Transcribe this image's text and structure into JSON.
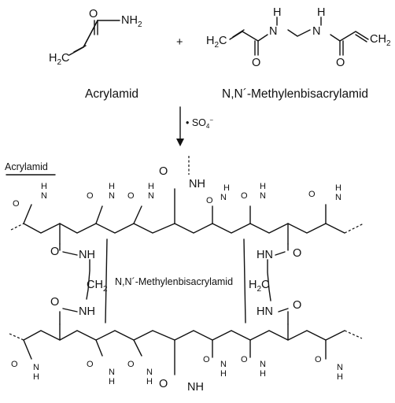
{
  "monomers": {
    "acrylamide_label": "Acrylamid",
    "crosslinker_label": "N,N´-Methylenbisacrylamid",
    "plus": "+",
    "oxygen": "O",
    "nh2": "NH",
    "h2c": "H",
    "nh": "N",
    "h": "H"
  },
  "reaction": {
    "initiator": "• SO",
    "initiator_sub": "4",
    "initiator_sup": "−"
  },
  "polymer": {
    "acrylamide_unit_label": "Acrylamid",
    "crosslinker_unit_label": "N,N´-Methylenbisacrylamid",
    "o": "O",
    "n": "N",
    "h": "H",
    "h2": "H",
    "two": "2",
    "nh": "NH",
    "hn": "HN",
    "ch": "CH",
    "h2c": "H"
  }
}
